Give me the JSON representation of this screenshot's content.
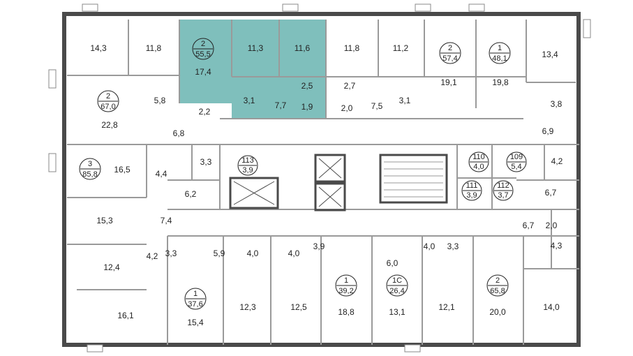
{
  "colors": {
    "highlight": "#7fbfbc",
    "wall": "#4a4a4a",
    "thin_wall": "#9a9a9a",
    "background": "#ffffff"
  },
  "highlighted_apartment": {
    "rooms": "2",
    "area": "55,5"
  },
  "apartments": [
    {
      "rooms": "2",
      "area": "55,5"
    },
    {
      "rooms": "2",
      "area": "57,4"
    },
    {
      "rooms": "1",
      "area": "48,1"
    },
    {
      "rooms": "2",
      "area": "67,0"
    },
    {
      "rooms": "3",
      "area": "85,8"
    },
    {
      "rooms": "113",
      "area": "3,9"
    },
    {
      "rooms": "110",
      "area": "4,0"
    },
    {
      "rooms": "109",
      "area": "5,4"
    },
    {
      "rooms": "111",
      "area": "3,9"
    },
    {
      "rooms": "112",
      "area": "3,7"
    },
    {
      "rooms": "1",
      "area": "37,6"
    },
    {
      "rooms": "1",
      "area": "39,2"
    },
    {
      "rooms": "1С",
      "area": "26,4"
    },
    {
      "rooms": "2",
      "area": "65,8"
    }
  ],
  "room_areas": [
    "14,3",
    "11,8",
    "17,4",
    "11,3",
    "11,6",
    "11,8",
    "11,2",
    "19,1",
    "19,8",
    "13,4",
    "3,1",
    "7,7",
    "2,5",
    "1,9",
    "2,7",
    "2,0",
    "7,5",
    "3,1",
    "3,8",
    "6,9",
    "5,8",
    "2,2",
    "22,8",
    "6,8",
    "4,2",
    "16,5",
    "4,4",
    "3,3",
    "6,2",
    "6,7",
    "15,3",
    "7,4",
    "6,7",
    "2,0",
    "4,3",
    "12,4",
    "4,2",
    "3,3",
    "5,9",
    "4,0",
    "4,0",
    "3,9",
    "6,0",
    "4,0",
    "3,3",
    "16,1",
    "15,4",
    "12,3",
    "12,5",
    "18,8",
    "13,1",
    "12,1",
    "20,0",
    "14,0"
  ]
}
